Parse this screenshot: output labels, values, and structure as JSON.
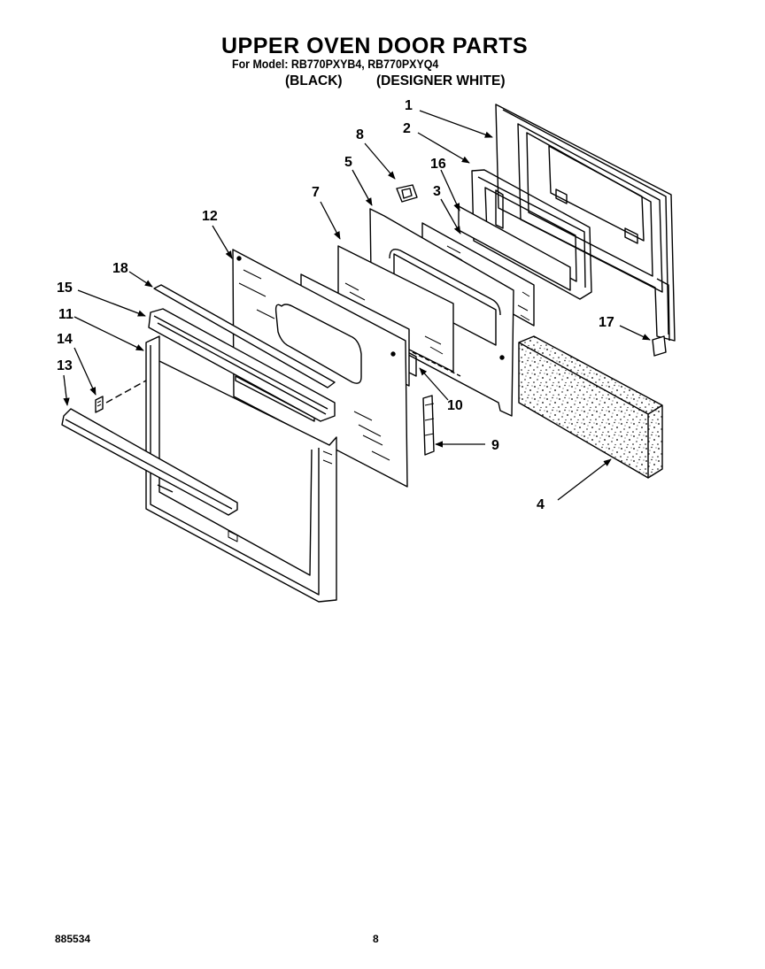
{
  "header": {
    "title": "UPPER OVEN DOOR PARTS",
    "model_line": "For Model: RB770PXYB4, RB770PXYQ4",
    "finish_black": "(BLACK)",
    "finish_white": "(DESIGNER WHITE)"
  },
  "callouts": [
    "1",
    "2",
    "3",
    "4",
    "5",
    "7",
    "8",
    "9",
    "10",
    "11",
    "12",
    "13",
    "14",
    "15",
    "16",
    "17",
    "18"
  ],
  "footer": {
    "doc_number": "885534",
    "page_number": "8"
  }
}
